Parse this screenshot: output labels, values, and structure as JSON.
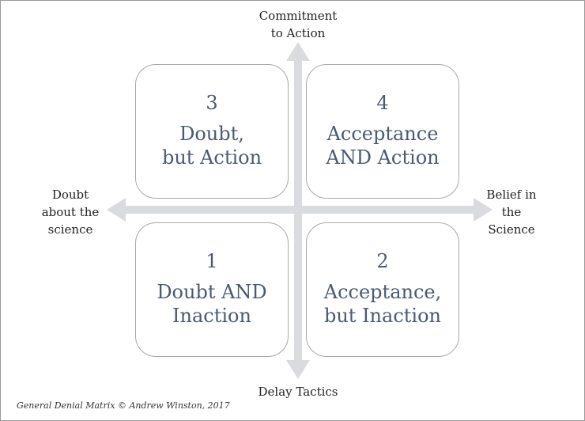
{
  "axes": {
    "top": "Commitment\nto Action",
    "bottom": "Delay Tactics",
    "left": "Doubt\nabout the\nscience",
    "right": "Belief in\nthe\nScience"
  },
  "quadrants": {
    "q1": {
      "number": "1",
      "label": "Doubt AND\nInaction"
    },
    "q2": {
      "number": "2",
      "label": "Acceptance,\nbut Inaction"
    },
    "q3": {
      "number": "3",
      "label": "Doubt,\nbut Action"
    },
    "q4": {
      "number": "4",
      "label": "Acceptance\nAND Action"
    }
  },
  "credit": "General Denial Matrix © Andrew Winston, 2017",
  "colors": {
    "quadrant_text": "#4a5a72",
    "quadrant_border": "#a9a9a9",
    "arrow": "#d9dbdf"
  }
}
